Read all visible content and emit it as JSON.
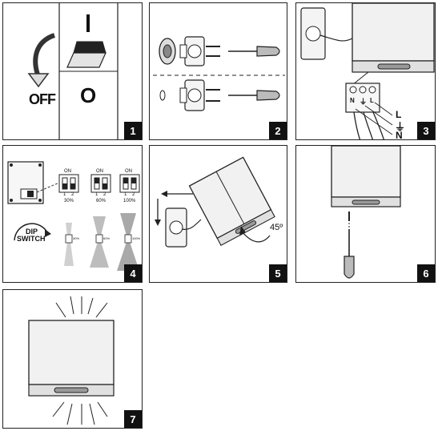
{
  "steps": [
    {
      "number": "1",
      "labels": {
        "off_text": "OFF",
        "zero_symbol": "O",
        "switch_mark": "I"
      }
    },
    {
      "number": "2"
    },
    {
      "number": "3",
      "terminals": {
        "top": [
          "N",
          "⏚",
          "L"
        ],
        "legend": [
          "L",
          "⏚",
          "N"
        ]
      }
    },
    {
      "number": "4",
      "dip": {
        "on_label": "ON",
        "pin_labels": [
          "1",
          "2"
        ],
        "levels": [
          "30%",
          "60%",
          "100%"
        ],
        "switch_badge": [
          "DIP",
          "SWITCH"
        ],
        "beam_tags": [
          "30%",
          "60%",
          "100%"
        ]
      }
    },
    {
      "number": "5",
      "angle": "45º"
    },
    {
      "number": "6"
    },
    {
      "number": "7"
    }
  ],
  "colors": {
    "ink": "#111111",
    "light_gray": "#f1f1f1",
    "mid_gray": "#c9c9c9",
    "dark_gray": "#8e8e8e"
  }
}
